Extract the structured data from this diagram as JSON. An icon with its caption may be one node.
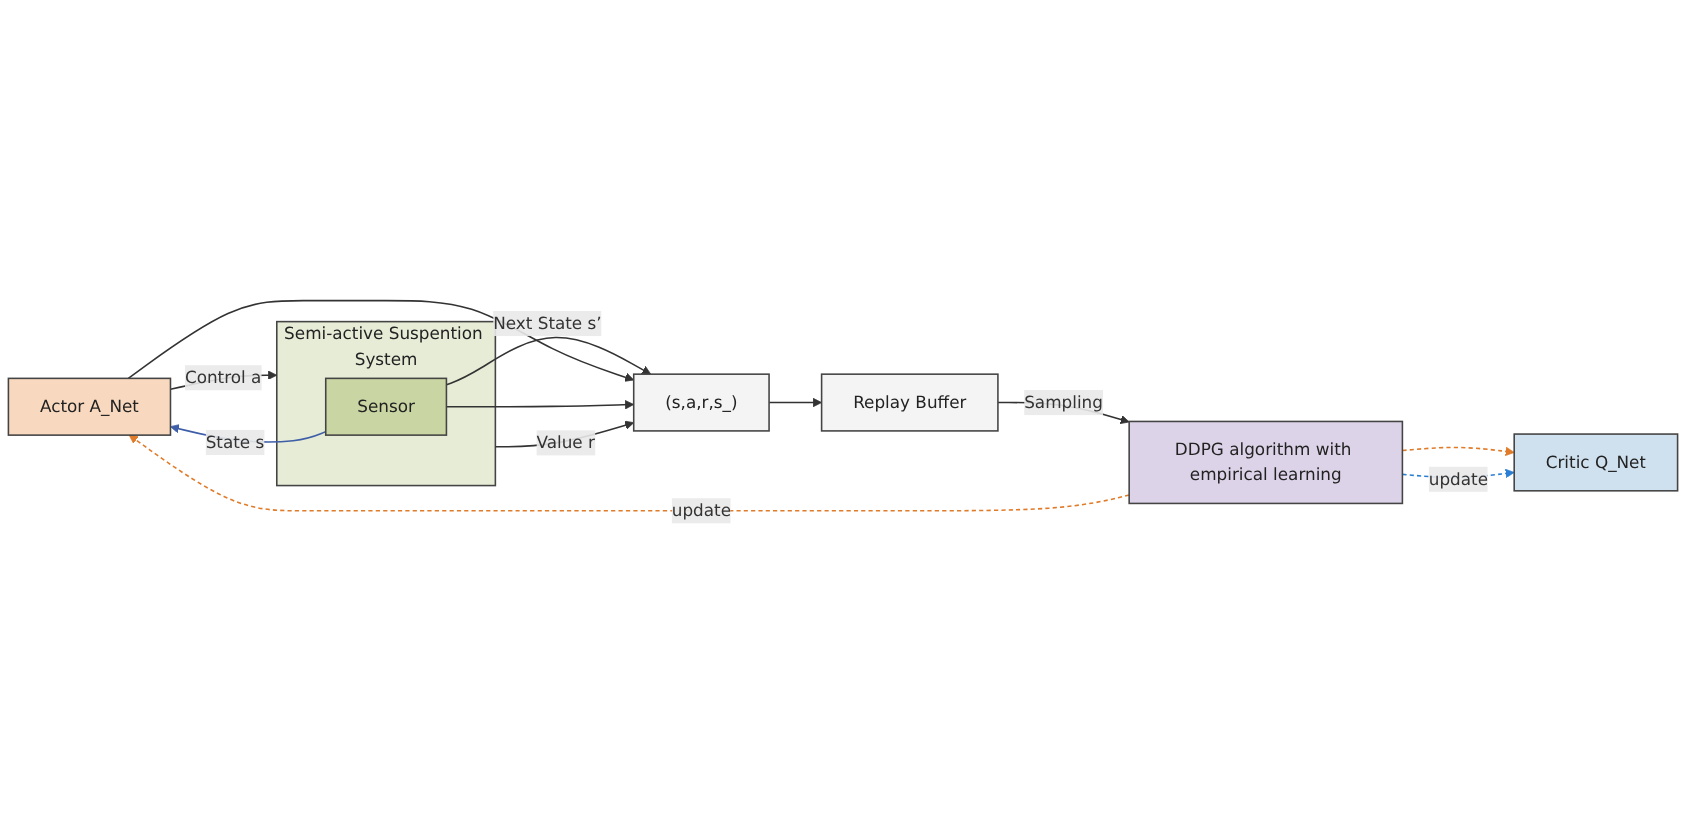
{
  "diagram": {
    "nodes": [
      {
        "text": [
          "Actor A_Net"
        ]
      },
      {
        "text": [
          "Semi-active Suspention System"
        ]
      },
      {
        "text": [
          "Sensor"
        ],
        "in": 1
      },
      {
        "text": [
          "(s,a,r,s_)"
        ]
      },
      {
        "text": [
          "Critic Q_Net"
        ]
      },
      {
        "text": [
          "DDPG algorithm with empirical learning"
        ]
      },
      {
        "text": [
          "Replay Buffer"
        ]
      }
    ],
    "edges": [
      {
        "from": 2,
        "to": 0,
        "arrow": "to",
        "label": "State s",
        "color": "#3f5ea8"
      },
      {
        "from": 0,
        "to": 1,
        "arrow": "to",
        "label": "Control a"
      },
      {
        "from": 2,
        "to": 3,
        "arrow": "to",
        "label": "Next State s’"
      },
      {
        "from": 0,
        "to": 3,
        "arrow": "to"
      },
      {
        "from": 2,
        "to": 3,
        "arrow": "to"
      },
      {
        "from": 1,
        "to": 3,
        "arrow": "to",
        "label": "Value r"
      },
      {
        "from": 3,
        "to": 6,
        "arrow": "to"
      },
      {
        "from": 6,
        "to": 5,
        "arrow": "to",
        "label": "Sampling"
      },
      {
        "from": 5,
        "to": 4,
        "arrow": "to",
        "style": "dashed",
        "color": "#e07b2a"
      },
      {
        "from": 5,
        "to": 0,
        "arrow": "to",
        "label": "update",
        "style": "dashed",
        "color": "#e07b2a"
      },
      {
        "from": 5,
        "to": 4,
        "arrow": "to",
        "label": "update",
        "style": "dashed",
        "color": "#2a7fd4"
      }
    ]
  }
}
